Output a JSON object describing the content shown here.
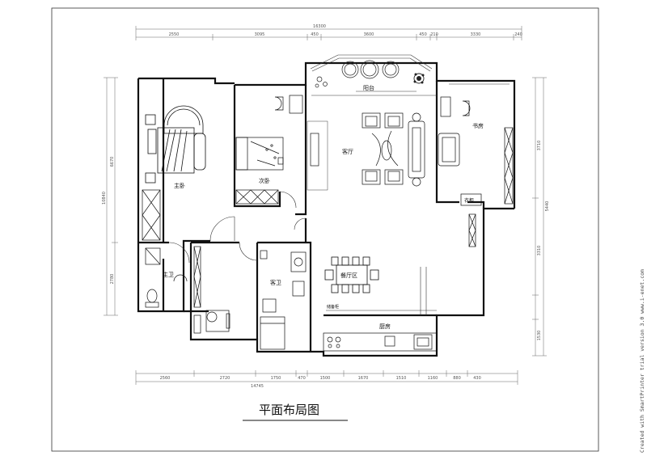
{
  "title": "平面布局图",
  "watermark": "Created with SmartPrinter trial version 3.0  www.i-enet.com",
  "colors": {
    "wall": "#111111",
    "line": "#333333",
    "dim": "#666666",
    "paper": "#ffffff"
  },
  "rooms": {
    "balcony": "阳台",
    "study": "书房",
    "second_bedroom": "次卧",
    "living_room": "客厅",
    "master_bedroom": "主卧",
    "closet": "衣柜",
    "master_bath": "主卫",
    "guest_bath": "客卫",
    "dining_area": "餐厅区",
    "kitchen": "厨房",
    "sideboard": "储备柜"
  },
  "dimensions": {
    "top_total": "16300",
    "top": [
      "2550",
      "3095",
      "450",
      "3600",
      "450",
      "210",
      "3330",
      "240"
    ],
    "bottom": [
      "2560",
      "2720",
      "1750",
      "470",
      "1500",
      "1670",
      "1510",
      "1160",
      "880",
      "430"
    ],
    "bottom_total": "14745",
    "left": [
      "6670",
      "10840",
      "2780"
    ],
    "right": [
      "3710",
      "5440",
      "3310",
      "1530"
    ]
  },
  "icons": [
    "bed-icon",
    "sofa-icon",
    "dining-table-icon",
    "desk-icon",
    "toilet-icon",
    "plant-icon",
    "stove-icon",
    "door-swing-icon"
  ]
}
